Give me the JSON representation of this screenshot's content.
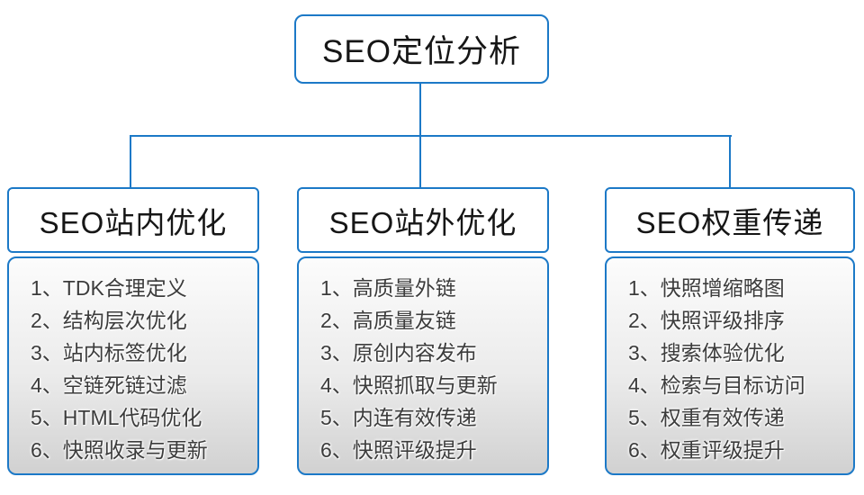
{
  "colors": {
    "accent": "#1c79c7",
    "header_text": "#161616",
    "item_text": "#3c3c3c",
    "panel_top": "#fcfcfc",
    "panel_mid": "#ebebeb",
    "panel_bottom": "#d1d1d1"
  },
  "root": {
    "label": "SEO定位分析"
  },
  "branches": [
    {
      "title": "SEO站内优化",
      "items": [
        "1、TDK合理定义",
        "2、结构层次优化",
        "3、站内标签优化",
        "4、空链死链过滤",
        "5、HTML代码优化",
        "6、快照收录与更新"
      ]
    },
    {
      "title": "SEO站外优化",
      "items": [
        "1、高质量外链",
        "2、高质量友链",
        "3、原创内容发布",
        "4、快照抓取与更新",
        "5、内连有效传递",
        "6、快照评级提升"
      ]
    },
    {
      "title": "SEO权重传递",
      "items": [
        "1、快照增缩略图",
        "2、快照评级排序",
        "3、搜索体验优化",
        "4、检索与目标访问",
        "5、权重有效传递",
        "6、权重评级提升"
      ]
    }
  ]
}
